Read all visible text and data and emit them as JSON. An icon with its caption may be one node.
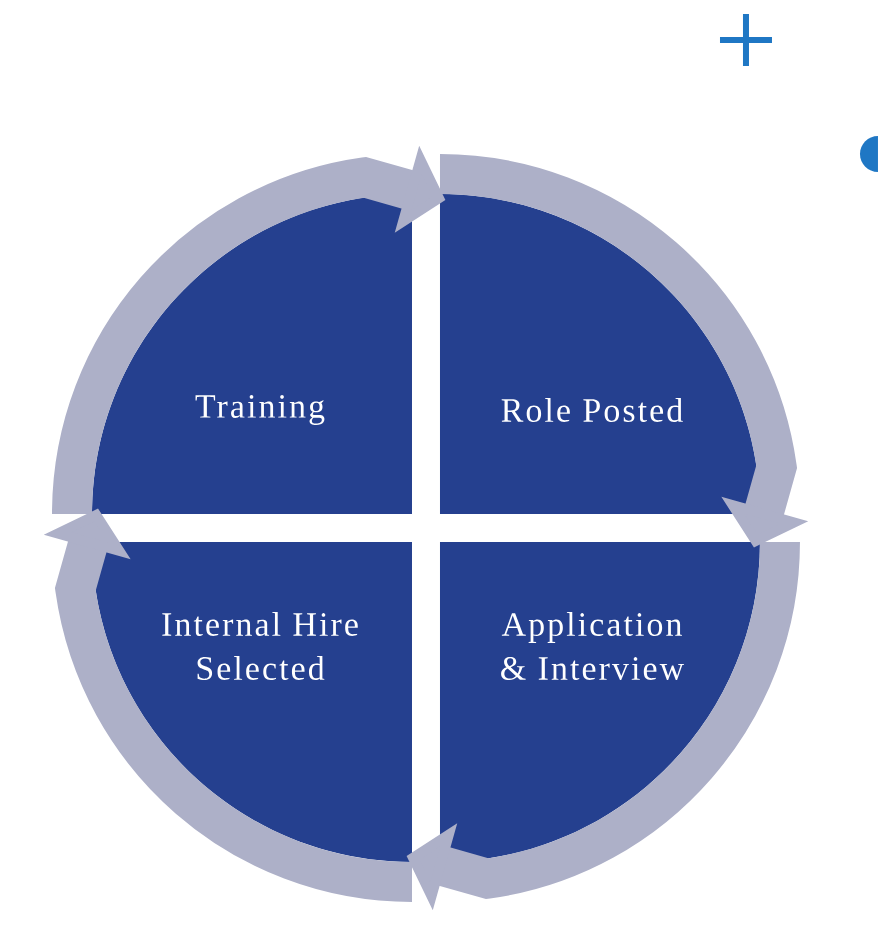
{
  "diagram": {
    "nodes": [
      {
        "text": [
          "Training"
        ]
      },
      {
        "text": [
          "Role Posted"
        ]
      },
      {
        "text": [
          "Internal Hire Selected"
        ]
      },
      {
        "text": [
          "Application & Interview"
        ]
      }
    ],
    "edges": [
      {
        "from": 0,
        "to": 1,
        "arrow": "to"
      },
      {
        "from": 1,
        "to": 3,
        "arrow": "to"
      },
      {
        "from": 3,
        "to": 2,
        "arrow": "to"
      },
      {
        "from": 2,
        "to": 0,
        "arrow": "to"
      }
    ]
  }
}
